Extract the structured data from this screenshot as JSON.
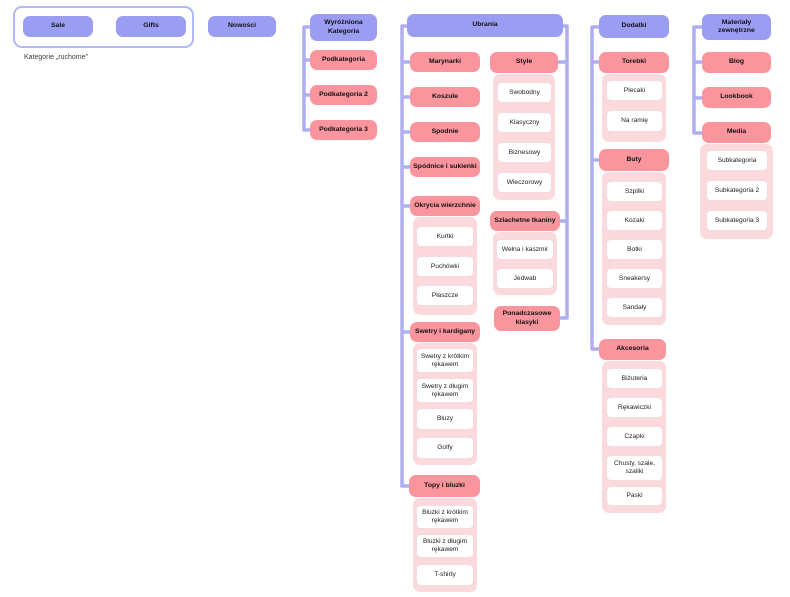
{
  "movable": {
    "caption": "Kategorie „ruchome”",
    "sale": "Sale",
    "gifts": "Gifts"
  },
  "new_in": {
    "label": "Nowości"
  },
  "featured": {
    "label": "Wyróżniona Kategoria",
    "sub1": "Podkategoria",
    "sub2": "Podkategoria 2",
    "sub3": "Podkategoria 3"
  },
  "clothing": {
    "label": "Ubrania",
    "blazers": "Marynarki",
    "shirts": "Koszule",
    "trousers": "Spodnie",
    "skirts": "Spódnice i sukienki",
    "outerwear": {
      "label": "Okrycia wierzchnie",
      "jackets": "Kurtki",
      "puffers": "Puchówki",
      "coats": "Płaszcze"
    },
    "sweaters": {
      "label": "Swetry i kardigany",
      "short_sleeve": "Swetry z krótkim rękawem",
      "long_sleeve": "Swetry z długim rękawem",
      "hoodies": "Bluzy",
      "turtlenecks": "Golfy"
    },
    "tops": {
      "label": "Topy i bluzki",
      "short_sleeve": "Bluzki z krótkim rękawem",
      "long_sleeve": "Bluzki z długim rękawem",
      "tshirts": "T-shirty"
    },
    "styles": {
      "label": "Style",
      "casual": "Swobodny",
      "classic": "Klasyczny",
      "business": "Biznesowy",
      "evening": "Wieczorowy"
    },
    "fabrics": {
      "label": "Szlachetne tkaniny",
      "wool": "Wełna i kaszmir",
      "silk": "Jedwab"
    },
    "classics": "Ponadczasowe klasyki"
  },
  "extras": {
    "label": "Dodatki",
    "bags": {
      "label": "Torebki",
      "backpacks": "Plecaki",
      "shoulder": "Na ramię"
    },
    "shoes": {
      "label": "Buty",
      "heels": "Szpilki",
      "knee_boots": "Kozaki",
      "ankle_boots": "Botki",
      "sneakers": "Sneakersy",
      "sandals": "Sandały"
    },
    "accessories": {
      "label": "Akcesoria",
      "jewelry": "Biżuteria",
      "gloves": "Rękawiczki",
      "hats": "Czapki",
      "scarves": "Chusty, szale, szaliki",
      "belts": "Paski"
    }
  },
  "external": {
    "label": "Materiały zewnętrzne",
    "blog": "Blog",
    "lookbook": "Lookbook",
    "media": {
      "label": "Media",
      "sub1": "Subkategoria",
      "sub2": "Subkategoria 2",
      "sub3": "Subkategoria 3"
    }
  },
  "colors": {
    "category_purple": "#9B9DF3",
    "subcategory_pink": "#FA949D",
    "group_container_pink": "#FBD9DC",
    "connector_line": "#AEAEF0",
    "movable_group_border": "#B0B9F2"
  }
}
